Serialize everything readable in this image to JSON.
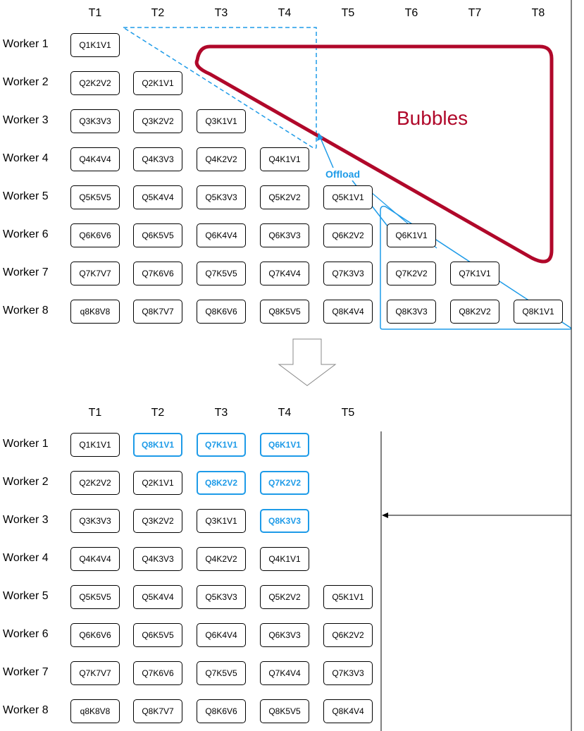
{
  "colors": {
    "bubble": "#b0082a",
    "offload": "#1e9be8",
    "ink": "#000000"
  },
  "top": {
    "columns": [
      "T1",
      "T2",
      "T3",
      "T4",
      "T5",
      "T6",
      "T7",
      "T8"
    ],
    "rows": [
      {
        "label": "Worker 1",
        "cells": [
          "Q1K1V1"
        ]
      },
      {
        "label": "Worker 2",
        "cells": [
          "Q2K2V2",
          "Q2K1V1"
        ]
      },
      {
        "label": "Worker 3",
        "cells": [
          "Q3K3V3",
          "Q3K2V2",
          "Q3K1V1"
        ]
      },
      {
        "label": "Worker 4",
        "cells": [
          "Q4K4V4",
          "Q4K3V3",
          "Q4K2V2",
          "Q4K1V1"
        ]
      },
      {
        "label": "Worker 5",
        "cells": [
          "Q5K5V5",
          "Q5K4V4",
          "Q5K3V3",
          "Q5K2V2",
          "Q5K1V1"
        ]
      },
      {
        "label": "Worker 6",
        "cells": [
          "Q6K6V6",
          "Q6K5V5",
          "Q6K4V4",
          "Q6K3V3",
          "Q6K2V2",
          "Q6K1V1"
        ]
      },
      {
        "label": "Worker 7",
        "cells": [
          "Q7K7V7",
          "Q7K6V6",
          "Q7K5V5",
          "Q7K4V4",
          "Q7K3V3",
          "Q7K2V2",
          "Q7K1V1"
        ]
      },
      {
        "label": "Worker 8",
        "cells": [
          "q8K8V8",
          "Q8K7V7",
          "Q8K6V6",
          "Q8K5V5",
          "Q8K4V4",
          "Q8K3V3",
          "Q8K2V2",
          "Q8K1V1"
        ]
      }
    ],
    "bubbles_label": "Bubbles",
    "offload_label": "Offload"
  },
  "bottom": {
    "columns": [
      "T1",
      "T2",
      "T3",
      "T4",
      "T5"
    ],
    "rows": [
      {
        "label": "Worker 1",
        "cells": [
          {
            "t": "Q1K1V1"
          },
          {
            "t": "Q8K1V1",
            "m": true
          },
          {
            "t": "Q7K1V1",
            "m": true
          },
          {
            "t": "Q6K1V1",
            "m": true
          }
        ]
      },
      {
        "label": "Worker 2",
        "cells": [
          {
            "t": "Q2K2V2"
          },
          {
            "t": "Q2K1V1"
          },
          {
            "t": "Q8K2V2",
            "m": true
          },
          {
            "t": "Q7K2V2",
            "m": true
          }
        ]
      },
      {
        "label": "Worker 3",
        "cells": [
          {
            "t": "Q3K3V3"
          },
          {
            "t": "Q3K2V2"
          },
          {
            "t": "Q3K1V1"
          },
          {
            "t": "Q8K3V3",
            "m": true
          }
        ]
      },
      {
        "label": "Worker 4",
        "cells": [
          {
            "t": "Q4K4V4"
          },
          {
            "t": "Q4K3V3"
          },
          {
            "t": "Q4K2V2"
          },
          {
            "t": "Q4K1V1"
          }
        ]
      },
      {
        "label": "Worker 5",
        "cells": [
          {
            "t": "Q5K5V5"
          },
          {
            "t": "Q5K4V4"
          },
          {
            "t": "Q5K3V3"
          },
          {
            "t": "Q5K2V2"
          },
          {
            "t": "Q5K1V1"
          }
        ]
      },
      {
        "label": "Worker 6",
        "cells": [
          {
            "t": "Q6K6V6"
          },
          {
            "t": "Q6K5V5"
          },
          {
            "t": "Q6K4V4"
          },
          {
            "t": "Q6K3V3"
          },
          {
            "t": "Q6K2V2"
          }
        ]
      },
      {
        "label": "Worker 7",
        "cells": [
          {
            "t": "Q7K7V7"
          },
          {
            "t": "Q7K6V6"
          },
          {
            "t": "Q7K5V5"
          },
          {
            "t": "Q7K4V4"
          },
          {
            "t": "Q7K3V3"
          }
        ]
      },
      {
        "label": "Worker 8",
        "cells": [
          {
            "t": "q8K8V8"
          },
          {
            "t": "Q8K7V7"
          },
          {
            "t": "Q8K6V6"
          },
          {
            "t": "Q8K5V5"
          },
          {
            "t": "Q8K4V4"
          }
        ]
      }
    ]
  }
}
